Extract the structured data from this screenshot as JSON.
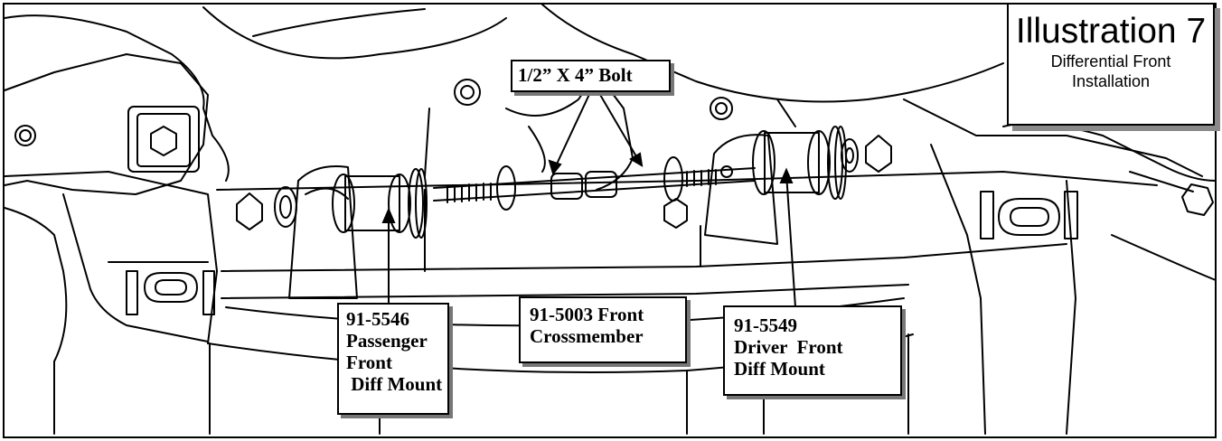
{
  "illustration": {
    "title": "Illustration 7",
    "subtitle_lines": [
      "Differential Front",
      "Installation"
    ]
  },
  "callouts": {
    "bolt": {
      "lines": [
        "1/2” X 4” Bolt"
      ]
    },
    "passenger_mount": {
      "lines": [
        "91-5546",
        "Passenger",
        "Front",
        " Diff Mount"
      ]
    },
    "crossmember": {
      "lines": [
        "91-5003 Front",
        "Crossmember"
      ]
    },
    "driver_mount": {
      "lines": [
        "91-5549",
        "Driver  Front",
        "Diff Mount"
      ]
    }
  },
  "colors": {
    "line": "#000000",
    "shadow": "#8a8a8a",
    "background": "#ffffff"
  }
}
